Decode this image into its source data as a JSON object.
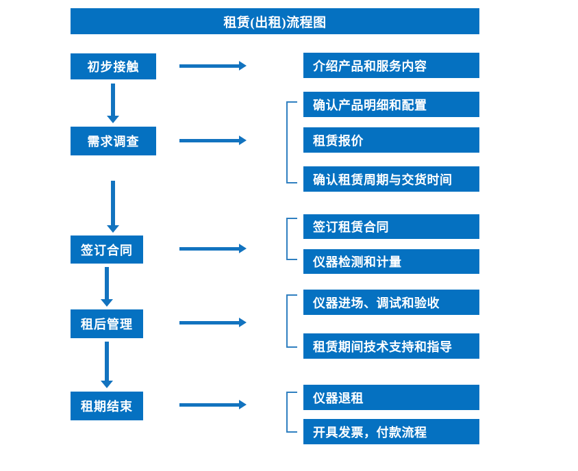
{
  "diagram": {
    "title": "租赁(出租)流程图",
    "accent_color": "#0571c1",
    "arrow_color": "#1273bf",
    "bracket_color": "#2f7fc0",
    "text_color": "#ffffff",
    "background_color": "#ffffff",
    "stages": [
      {
        "id": "stage-1",
        "label": "初步接触"
      },
      {
        "id": "stage-2",
        "label": "需求调查"
      },
      {
        "id": "stage-3",
        "label": "签订合同"
      },
      {
        "id": "stage-4",
        "label": "租后管理"
      },
      {
        "id": "stage-5",
        "label": "租期结束"
      }
    ],
    "details": [
      {
        "id": "detail-1-1",
        "label": "介绍产品和服务内容"
      },
      {
        "id": "detail-2-1",
        "label": "确认产品明细和配置"
      },
      {
        "id": "detail-2-2",
        "label": "租赁报价"
      },
      {
        "id": "detail-2-3",
        "label": "确认租赁周期与交货时间"
      },
      {
        "id": "detail-3-1",
        "label": "签订租赁合同"
      },
      {
        "id": "detail-3-2",
        "label": "仪器检测和计量"
      },
      {
        "id": "detail-4-1",
        "label": "仪器进场、调试和验收"
      },
      {
        "id": "detail-4-2",
        "label": "租赁期间技术支持和指导"
      },
      {
        "id": "detail-5-1",
        "label": "仪器退租"
      },
      {
        "id": "detail-5-2",
        "label": "开具发票，付款流程"
      }
    ]
  }
}
